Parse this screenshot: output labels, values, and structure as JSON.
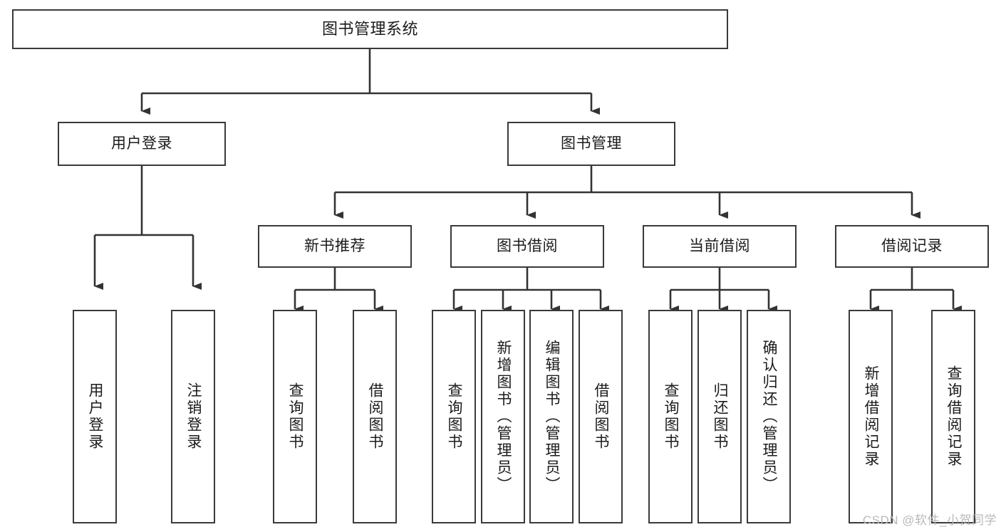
{
  "diagram": {
    "title": "图书管理系统",
    "type": "tree-hierarchy",
    "watermark": "CSDN @软件_小贺同学",
    "colors": {
      "box_border": "#3a3a3a",
      "box_fill": "#ffffff",
      "connector": "#333333",
      "text": "#1b1b1b",
      "watermark": "#b9b9b9"
    }
  },
  "nodes": {
    "root": {
      "label": "图书管理系统"
    },
    "level2": [
      {
        "label": "用户登录"
      },
      {
        "label": "图书管理"
      }
    ],
    "level3": [
      {
        "label": "新书推荐"
      },
      {
        "label": "图书借阅"
      },
      {
        "label": "当前借阅"
      },
      {
        "label": "借阅记录"
      }
    ],
    "leaves": {
      "user_login": [
        {
          "label": "用户登录"
        },
        {
          "label": "注销登录"
        }
      ],
      "new_book_recommend": [
        {
          "label": "查询图书"
        },
        {
          "label": "借阅图书"
        }
      ],
      "book_borrow": [
        {
          "label": "查询图书"
        },
        {
          "label": "新增图书（管理员）"
        },
        {
          "label": "编辑图书（管理员）"
        },
        {
          "label": "借阅图书"
        }
      ],
      "current_borrow": [
        {
          "label": "查询图书"
        },
        {
          "label": "归还图书"
        },
        {
          "label": "确认归还（管理员）"
        }
      ],
      "borrow_record": [
        {
          "label": "新增借阅记录"
        },
        {
          "label": "查询借阅记录"
        }
      ]
    }
  }
}
